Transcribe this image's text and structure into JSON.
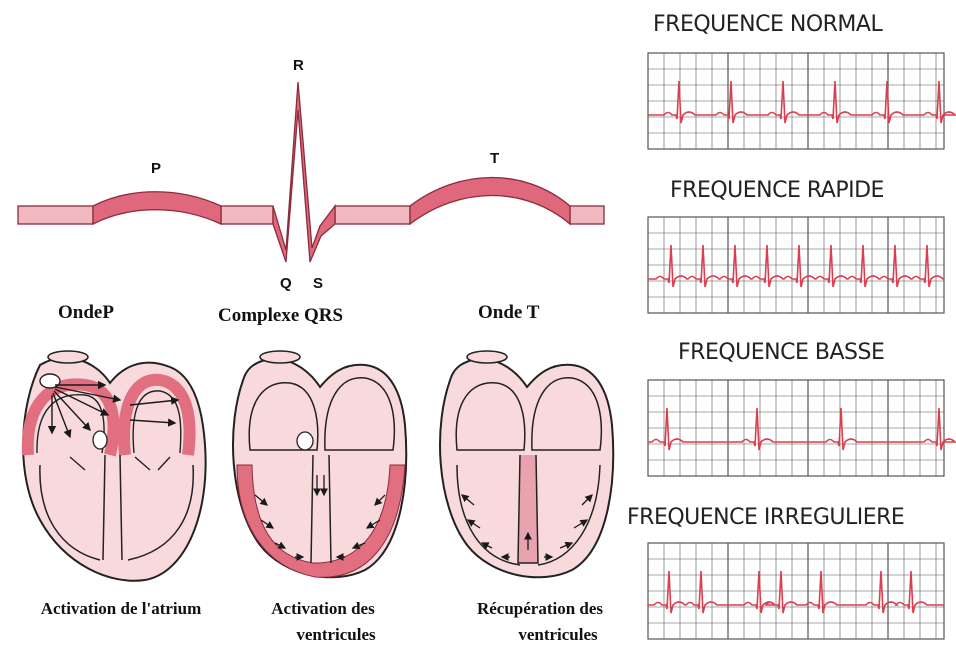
{
  "ecg_wave": {
    "labels": {
      "p": "P",
      "q": "Q",
      "r": "R",
      "s": "S",
      "t": "T"
    },
    "colors": {
      "band_fill": "#e0687c",
      "band_stroke": "#8a2c3c",
      "baseline_fill": "#f2b8c0"
    }
  },
  "phases": [
    {
      "title": "OndeP",
      "caption_lines": [
        "Activation de l'atrium"
      ]
    },
    {
      "title": "Complexe QRS",
      "caption_lines": [
        "Activation des",
        "ventricules"
      ]
    },
    {
      "title": "Onde T",
      "caption_lines": [
        "Récupération des",
        "ventricules"
      ]
    }
  ],
  "heart_colors": {
    "tissue": "#f8d9dc",
    "outline": "#222222",
    "activation": "#e26f80",
    "arrow": "#1a1a1a"
  },
  "rhythm_strips": [
    {
      "title": "FREQUENCE NORMAL",
      "pattern": "normal"
    },
    {
      "title": "FREQUENCE RAPIDE",
      "pattern": "rapid"
    },
    {
      "title": "FREQUENCE BASSE",
      "pattern": "slow"
    },
    {
      "title": "FREQUENCE IRREGULIERE",
      "pattern": "irregular"
    }
  ],
  "strip_colors": {
    "grid": "#555555",
    "trace": "#d9404f",
    "background": "#ffffff"
  }
}
